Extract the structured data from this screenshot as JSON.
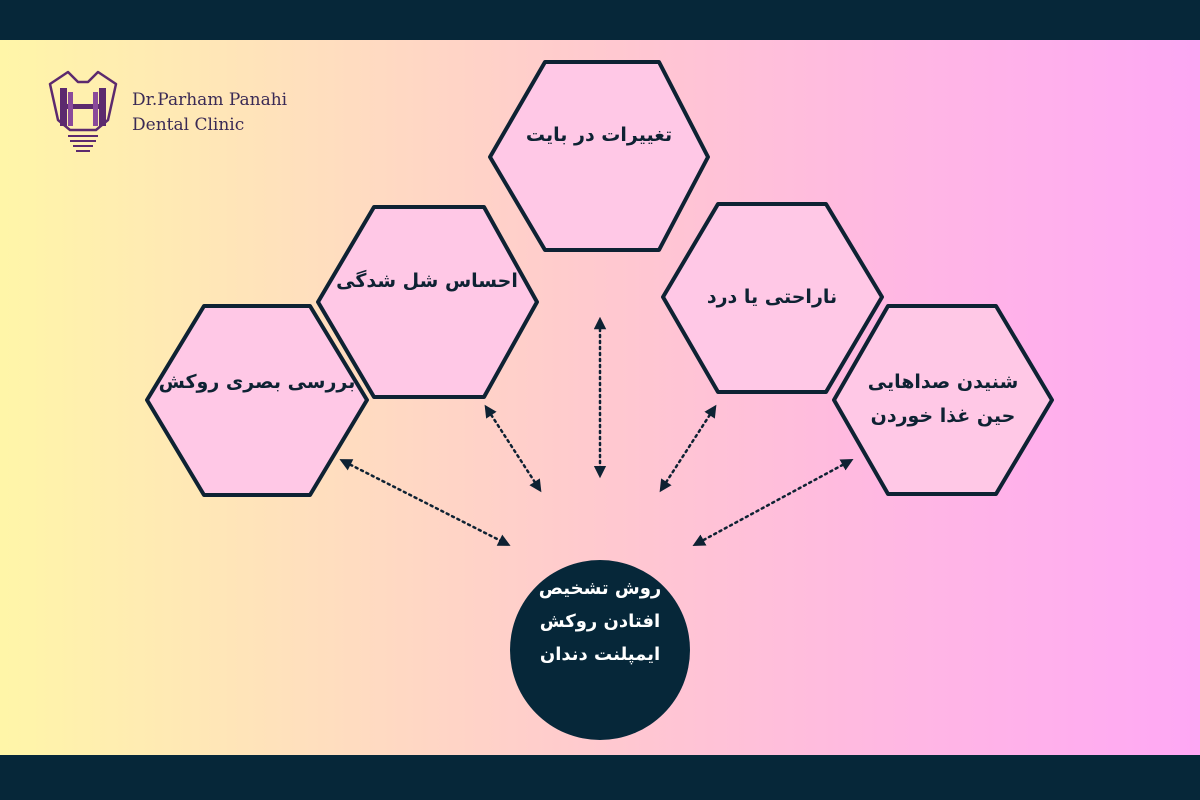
{
  "brand": {
    "name_line1": "Dr.Parham Panahi",
    "name_line2": "Dental Clinic",
    "logo_icon": "tooth-implant-icon"
  },
  "diagram": {
    "center": "روش تشخیص افتادن روکش ایمپلنت دندان",
    "nodes": [
      "بررسی بصری روکش",
      "احساس شل شدگی",
      "تغییرات در بایت",
      "ناراحتی یا درد",
      "شنیدن صداهایی حین غذا خوردن"
    ]
  },
  "colors": {
    "band": "#062739",
    "hex_fill": "#ffc8e6",
    "hex_stroke": "#0e2233",
    "center_fill": "#062739",
    "logo_purple": "#5c2a6e",
    "gradient_start": "#fff6a8",
    "gradient_end": "#ffa8f5"
  }
}
